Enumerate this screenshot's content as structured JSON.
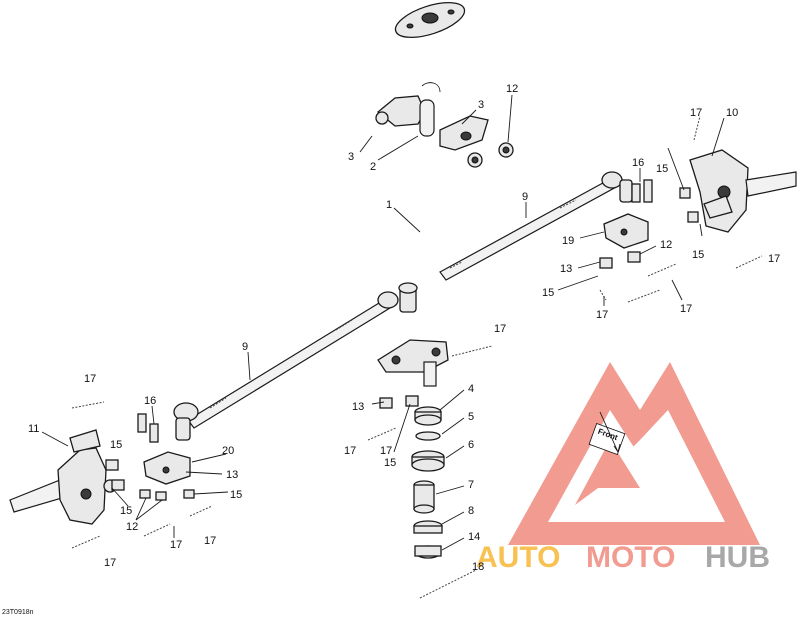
{
  "callouts": [
    {
      "id": "c1",
      "text": "1"
    },
    {
      "id": "c2",
      "text": "2"
    },
    {
      "id": "c3a",
      "text": "3"
    },
    {
      "id": "c3b",
      "text": "3"
    },
    {
      "id": "c4",
      "text": "4"
    },
    {
      "id": "c5",
      "text": "5"
    },
    {
      "id": "c6",
      "text": "6"
    },
    {
      "id": "c7",
      "text": "7"
    },
    {
      "id": "c8",
      "text": "8"
    },
    {
      "id": "c9a",
      "text": "9"
    },
    {
      "id": "c9b",
      "text": "9"
    },
    {
      "id": "c10",
      "text": "10"
    },
    {
      "id": "c11",
      "text": "11"
    },
    {
      "id": "c12a",
      "text": "12"
    },
    {
      "id": "c12b",
      "text": "12"
    },
    {
      "id": "c12c",
      "text": "12"
    },
    {
      "id": "c13a",
      "text": "13"
    },
    {
      "id": "c13b",
      "text": "13"
    },
    {
      "id": "c13c",
      "text": "13"
    },
    {
      "id": "c14",
      "text": "14"
    },
    {
      "id": "c15a",
      "text": "15"
    },
    {
      "id": "c15b",
      "text": "15"
    },
    {
      "id": "c15c",
      "text": "15"
    },
    {
      "id": "c15d",
      "text": "15"
    },
    {
      "id": "c15e",
      "text": "15"
    },
    {
      "id": "c15f",
      "text": "15"
    },
    {
      "id": "c15g",
      "text": "15"
    },
    {
      "id": "c16a",
      "text": "16"
    },
    {
      "id": "c16b",
      "text": "16"
    },
    {
      "id": "c17a",
      "text": "17"
    },
    {
      "id": "c17b",
      "text": "17"
    },
    {
      "id": "c17c",
      "text": "17"
    },
    {
      "id": "c17d",
      "text": "17"
    },
    {
      "id": "c17e",
      "text": "17"
    },
    {
      "id": "c17f",
      "text": "17"
    },
    {
      "id": "c17g",
      "text": "17"
    },
    {
      "id": "c17h",
      "text": "17"
    },
    {
      "id": "c17i",
      "text": "17"
    },
    {
      "id": "c17j",
      "text": "17"
    },
    {
      "id": "c17k",
      "text": "17"
    },
    {
      "id": "c18",
      "text": "18"
    },
    {
      "id": "c19",
      "text": "19"
    },
    {
      "id": "c20",
      "text": "20"
    }
  ],
  "drawing_code": "23T0918n",
  "front_label": "Front",
  "watermark": {
    "text_auto": "AUTO",
    "text_moto": "MOTO",
    "text_hub": "HUB",
    "color_red": "#f08a7e",
    "color_orange": "#f7b733",
    "color_gray": "#9a9a9a"
  }
}
